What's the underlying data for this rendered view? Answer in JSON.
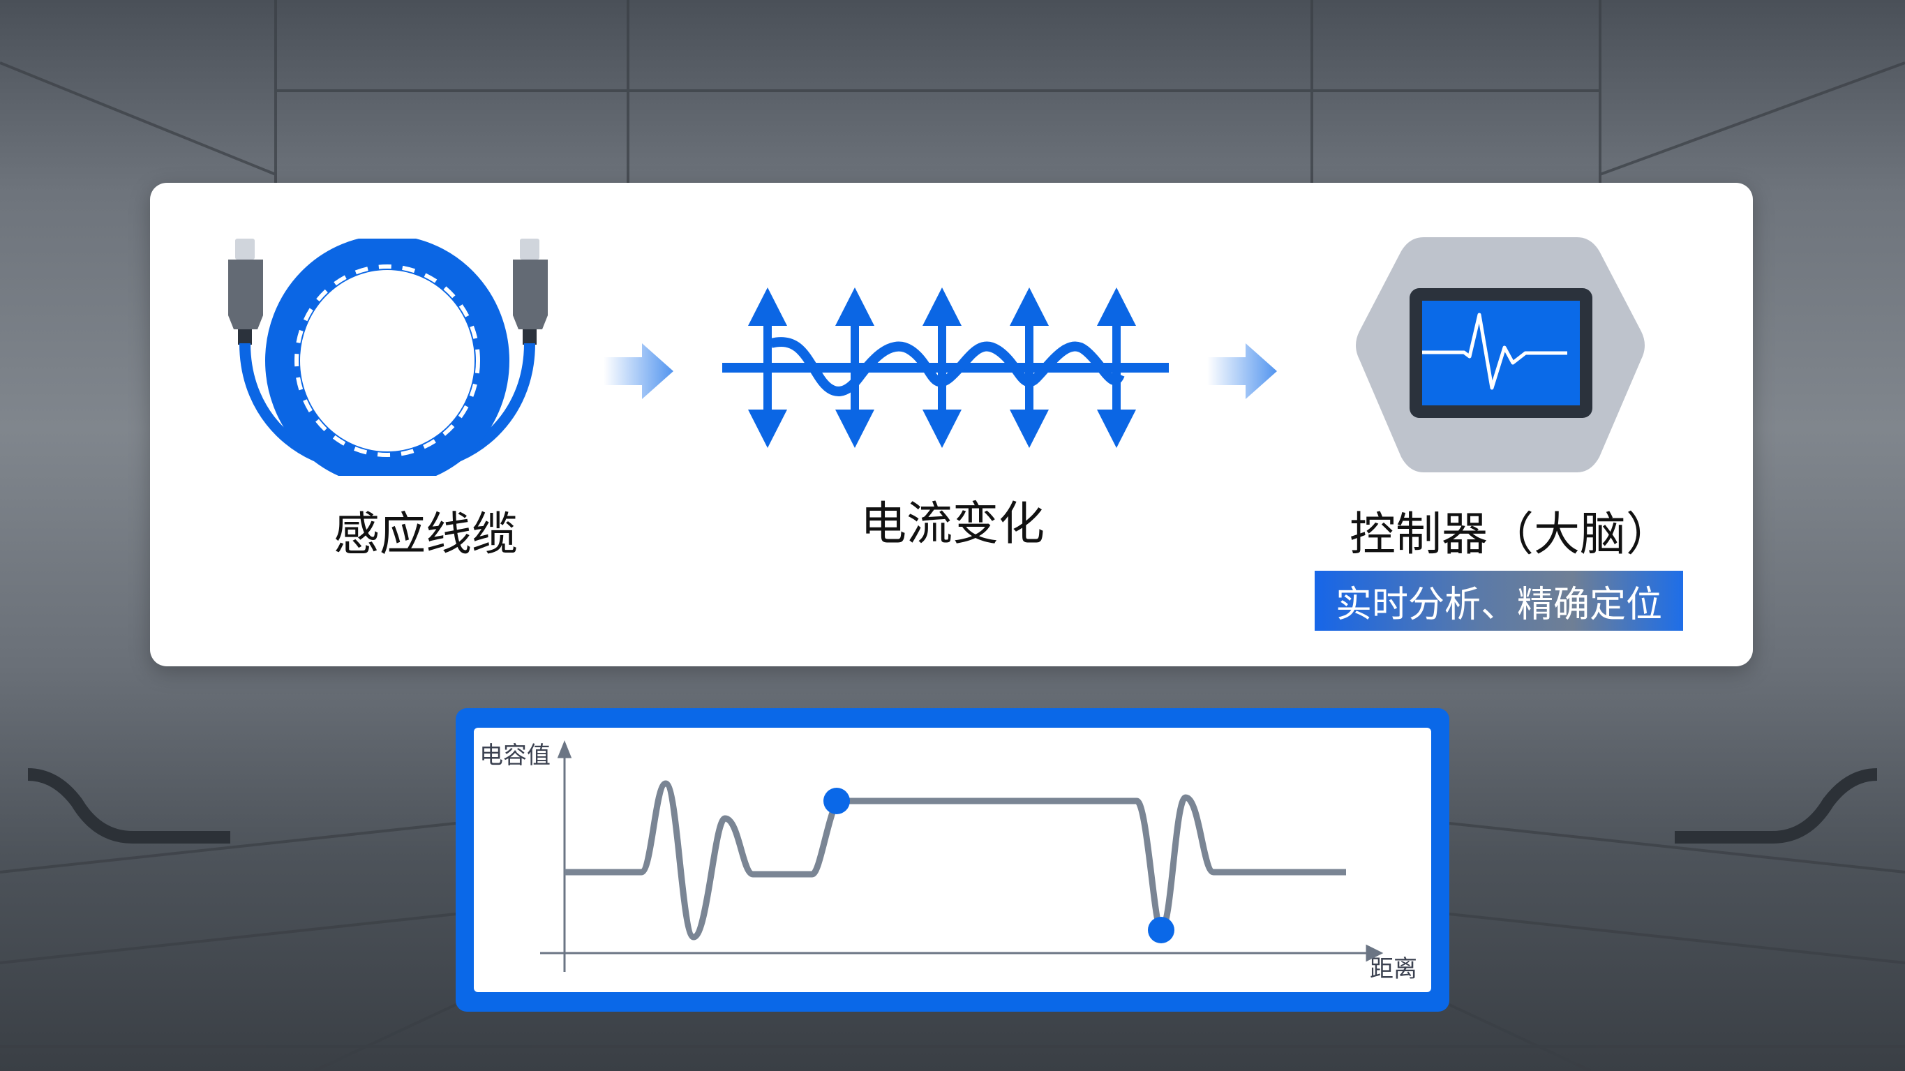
{
  "steps": [
    {
      "label": "感应线缆",
      "icon": "coiled-cable-icon"
    },
    {
      "label": "电流变化",
      "icon": "oscillating-current-icon"
    },
    {
      "label": "控制器（大脑）",
      "icon": "controller-monitor-icon"
    }
  ],
  "controller_badge": "实时分析、精确定位",
  "chart": {
    "y_label": "电容值",
    "x_label": "距离"
  },
  "colors": {
    "accent": "#0a68e8",
    "line": "#7a8594",
    "card": "#ffffff"
  },
  "chart_data": {
    "type": "line",
    "title": "",
    "xlabel": "距离",
    "ylabel": "电容值",
    "x": [
      0,
      1,
      2,
      3,
      4,
      5,
      6,
      7,
      8,
      9,
      10,
      11,
      12,
      13,
      14,
      15,
      16,
      17,
      18
    ],
    "values": [
      0,
      0,
      0.9,
      -0.9,
      0.5,
      0,
      0,
      1.1,
      1.1,
      1.1,
      1.1,
      1.1,
      1.1,
      -0.8,
      1.1,
      0,
      0,
      0,
      0
    ],
    "highlighted_points": [
      {
        "x": 7,
        "y": 1.1
      },
      {
        "x": 13,
        "y": -0.8
      }
    ]
  }
}
